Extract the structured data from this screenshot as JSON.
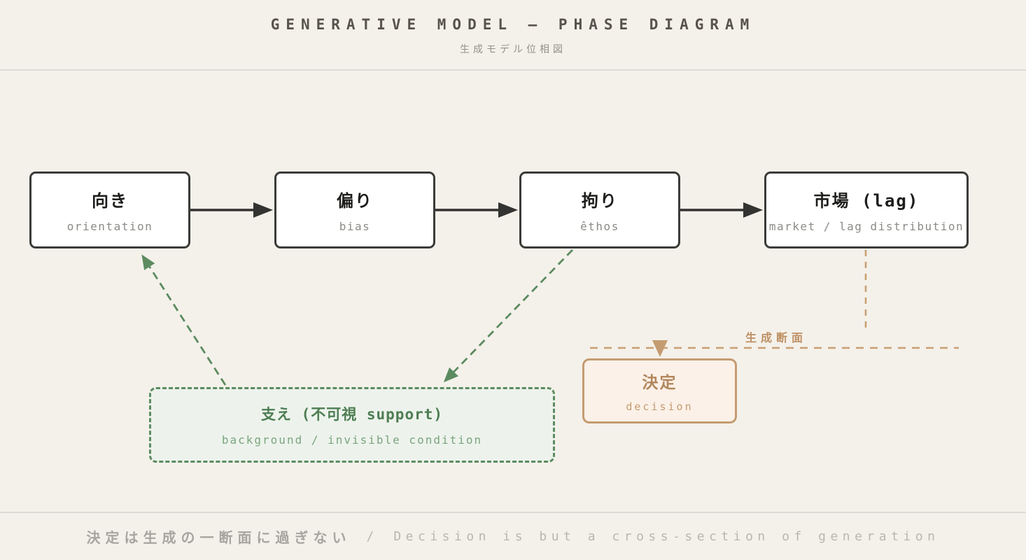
{
  "header": {
    "title": "GENERATIVE MODEL — PHASE DIAGRAM",
    "subtitle": "生成モデル位相図"
  },
  "nodes": [
    {
      "id": "orientation",
      "title": "向き",
      "subtitle": "orientation"
    },
    {
      "id": "bias",
      "title": "偏り",
      "subtitle": "bias"
    },
    {
      "id": "ethos",
      "title": "拘り",
      "subtitle": "êthos"
    },
    {
      "id": "market",
      "title": "市場 (lag)",
      "subtitle": "market / lag distribution"
    }
  ],
  "support": {
    "title": "支え (不可視 support)",
    "subtitle": "background / invisible condition"
  },
  "decision": {
    "title": "決定",
    "subtitle": "decision"
  },
  "cross_section": {
    "label": "生成断面"
  },
  "edges": [
    {
      "from": "orientation",
      "to": "bias",
      "style": "solid-arrow"
    },
    {
      "from": "bias",
      "to": "ethos",
      "style": "solid-arrow"
    },
    {
      "from": "ethos",
      "to": "market",
      "style": "solid-arrow"
    },
    {
      "from": "support",
      "to": "orientation",
      "style": "dashed-green-arrow"
    },
    {
      "from": "ethos",
      "to": "support",
      "style": "dashed-green-arrow"
    },
    {
      "from": "market",
      "to": "cross-section-line",
      "style": "dashed-tan-line"
    },
    {
      "from": "cross-section-line",
      "to": "decision",
      "style": "tan-arrowhead"
    }
  ],
  "footer": {
    "jp": "決定は生成の一断面に過ぎない",
    "sep": "/",
    "en": "Decision is but a cross-section of generation"
  },
  "colors": {
    "background": "#f4f1ea",
    "node_border": "#3b3b39",
    "node_fill": "#ffffff",
    "arrow_black": "#333331",
    "green": "#5c8b60",
    "green_fill": "#edf3ec",
    "tan": "#c59b71",
    "tan_fill": "#fbf1e8",
    "muted_gray": "#8b8b87",
    "footer_gray": "#b9b6b0",
    "divider": "#dcdad4"
  }
}
